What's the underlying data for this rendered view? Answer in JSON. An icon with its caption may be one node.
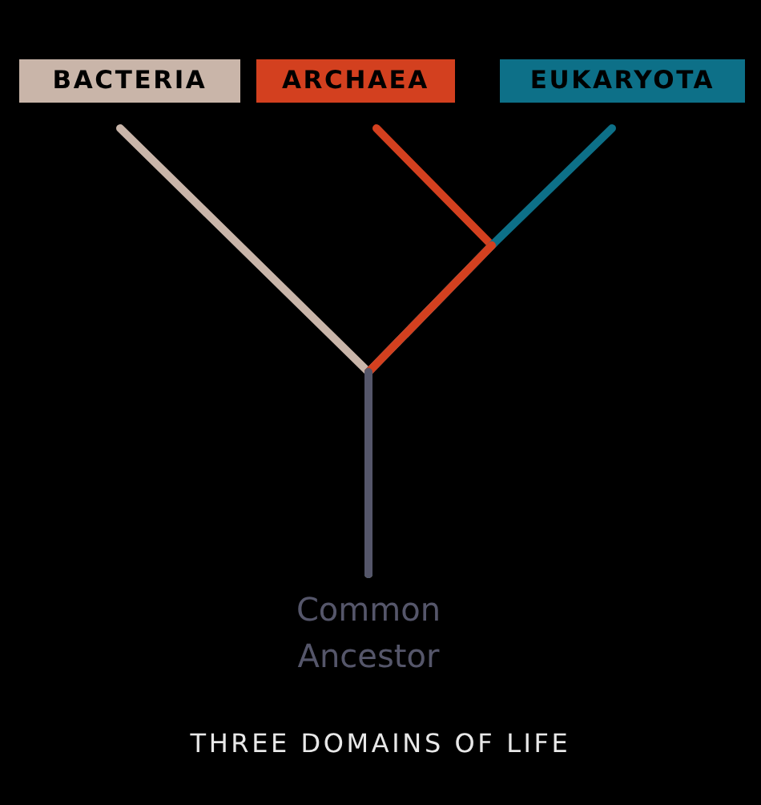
{
  "diagram": {
    "title": "THREE DOMAINS OF LIFE",
    "nodes": [
      {
        "text": [
          "BACTERIA"
        ]
      },
      {
        "text": [
          "ARCHAEA"
        ]
      },
      {
        "text": [
          "EUKARYOTA"
        ]
      },
      {
        "text": [
          "Common Ancestor"
        ]
      }
    ],
    "edges": [
      {
        "from": 3,
        "to": 0,
        "arrow": "none",
        "color": "#c9b5a9"
      },
      {
        "from": 3,
        "to": 1,
        "arrow": "none",
        "color": "#d3401f"
      },
      {
        "from": 3,
        "to": 2,
        "arrow": "none",
        "color": "#0d7088"
      }
    ]
  }
}
